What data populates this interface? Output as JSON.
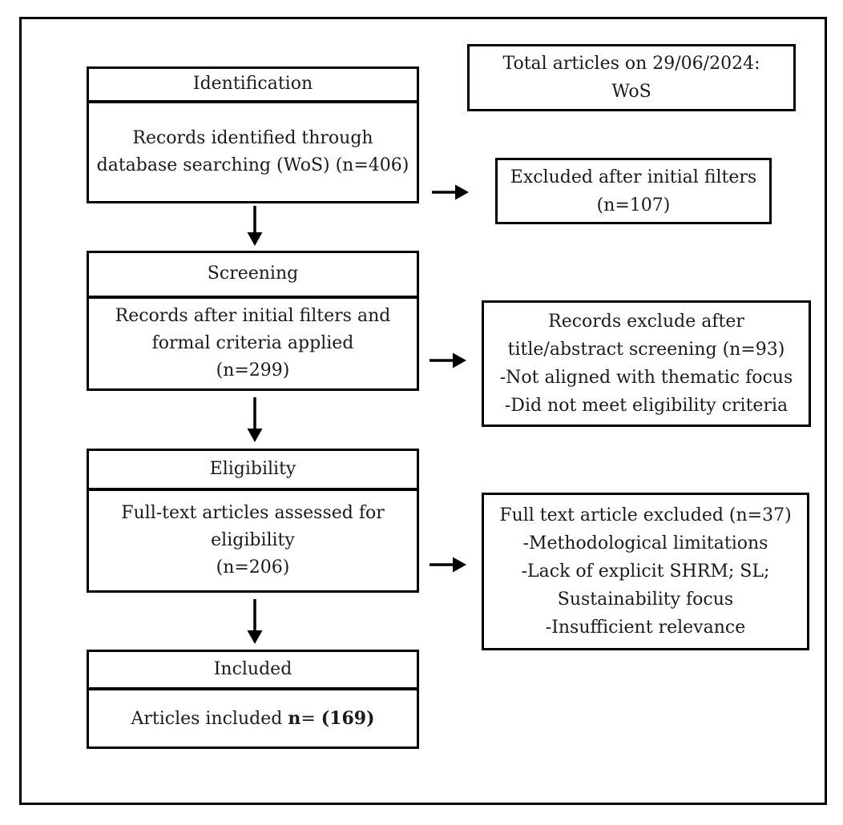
{
  "title": "PRISMA-style article selection flow diagram",
  "colors": {
    "border": "#000000",
    "text": "#1b1b1b",
    "background": "#ffffff"
  },
  "stages": [
    {
      "header": "Identification",
      "lines": [
        "Records identified through",
        "database searching (WoS) (n=406)"
      ]
    },
    {
      "header": "Screening",
      "lines": [
        "Records after initial filters and",
        "formal criteria applied",
        "(n=299)"
      ]
    },
    {
      "header": "Eligibility",
      "lines": [
        "Full-text articles assessed for",
        "eligibility",
        "(n=206)"
      ]
    },
    {
      "header": "Included",
      "body_prefix": "Articles included ",
      "n_label": "n",
      "equals": "= ",
      "n_value": "(169)"
    }
  ],
  "side_boxes": [
    {
      "lines": [
        "Total articles on 29/06/2024:",
        "WoS"
      ]
    },
    {
      "lines": [
        "Excluded after initial filters",
        "(n=107)"
      ]
    },
    {
      "lines": [
        "Records exclude after",
        "title/abstract screening (n=93)",
        "-Not aligned with thematic focus",
        "-Did not meet eligibility criteria"
      ]
    },
    {
      "lines": [
        "Full text article excluded (n=37)",
        "-Methodological limitations",
        "-Lack of explicit SHRM; SL;",
        "Sustainability focus",
        "-Insufficient relevance"
      ]
    }
  ]
}
